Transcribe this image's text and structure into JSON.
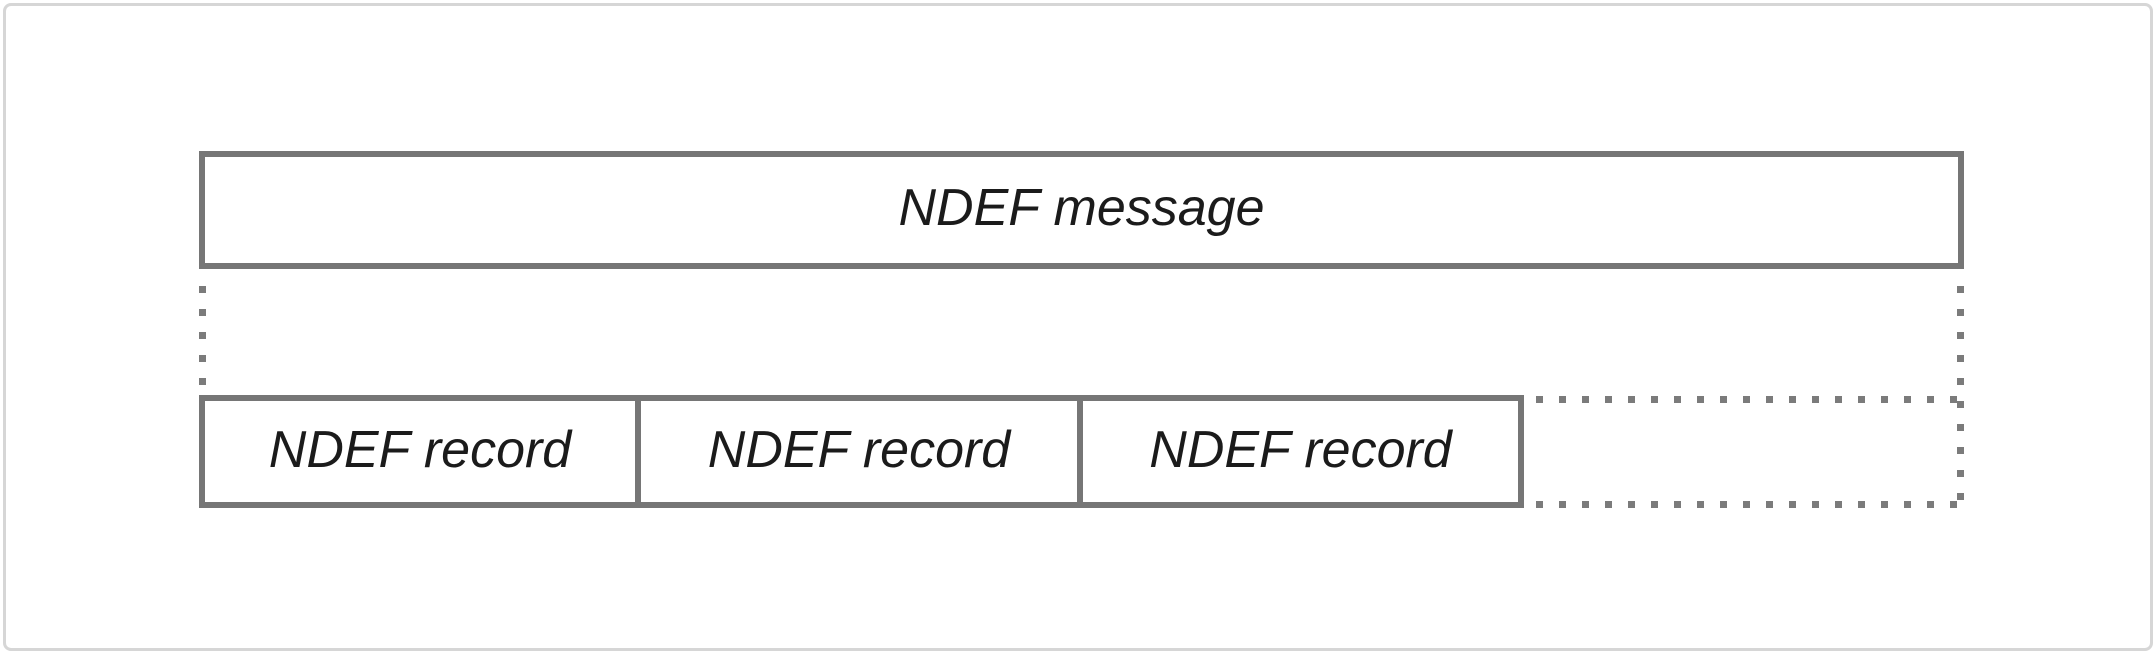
{
  "diagram": {
    "message": {
      "label": "NDEF message"
    },
    "records": [
      {
        "label": "NDEF record"
      },
      {
        "label": "NDEF record"
      },
      {
        "label": "NDEF record"
      }
    ]
  },
  "colors": {
    "background": "#ffffff",
    "frame-border": "#d6d6d6",
    "box-border": "#767676",
    "dot": "#7b7b7b",
    "text": "#1b1b1b"
  }
}
